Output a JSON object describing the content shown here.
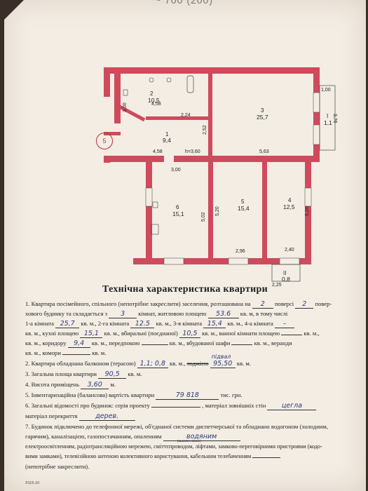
{
  "header": {
    "code": "~ 700 (200)"
  },
  "plan": {
    "marker": "5",
    "rooms": [
      {
        "num": "2",
        "area": "10,5"
      },
      {
        "num": "3",
        "area": "25,7"
      },
      {
        "num": "1",
        "area": "9,4"
      },
      {
        "num": "I",
        "area": "1,1"
      },
      {
        "num": "6",
        "area": "15,1"
      },
      {
        "num": "5",
        "area": "15,4"
      },
      {
        "num": "4",
        "area": "12,5"
      },
      {
        "num": "II",
        "area": "0,8"
      }
    ],
    "dims": [
      "4,58",
      "3,00",
      "2,24",
      "2,52",
      "4,58",
      "h=3,60",
      "5,63",
      "3,00",
      "1,00",
      "3,76",
      "5,02",
      "5,20",
      "5,20",
      "2,96",
      "2,40",
      "2,25"
    ]
  },
  "doc": {
    "title": "Технічна характеристика квартири",
    "p1_a": "1. Квартира посімейного, спільного (непотрібне закреслити) заселення, розташована на",
    "p1_floor": "2",
    "p1_b": "поверсі",
    "p1_total": "2",
    "p1_c": "повер-",
    "p1_d": "хового будинку та складається з",
    "p1_rooms": "3",
    "p1_e": "кімнат, житловою площею",
    "p1_living": "53.6",
    "p1_f": "кв. м, в тому числі",
    "r_a": "1-а кімната",
    "r1": "25,7",
    "r_b": "кв. м., 2-га кімната",
    "r2": "12.5",
    "r_c": "кв. м., 3-я кімната",
    "r3": "15,4",
    "r_d": "кв. м., 4-а кімната",
    "r4": "–",
    "k_a": "кв. м., кухні площею",
    "kitchen": "15,1",
    "k_b": "кв. м., вбиральні (поєднаної)",
    "wc": "10,5",
    "k_c": "кв. м., ванної кімнати площею",
    "k_d": "кв. м.,",
    "c_a": "кв. м., коридору",
    "corr": "9,4",
    "c_b": "кв. м., передпокою",
    "c_c": "кв. м., вбудованої шафи",
    "c_d": "кв. м., веранди",
    "s_a": "кв. м., комори",
    "s_b": "кв. м.",
    "p2_a": "2. Квартира обладнана балконом (терасою)",
    "p2_balc": "1,1; 0,8",
    "p2_b": "кв. м.,",
    "p2_strike": "лоджією",
    "p2_hw_top": "підвал",
    "p2_cellar": "95,50",
    "p2_c": "кв. м.",
    "p3_a": "3. Загальна площа квартири",
    "p3_total": "90,5",
    "p3_b": "кв. м.",
    "p4_a": "4. Висота приміщень",
    "p4_h": "3,60",
    "p4_b": "м.",
    "p5_a": "5. Інвентаризаційна (балансова) вартість квартири",
    "p5_v": "79 818",
    "p5_b": "тис. грн.",
    "p6_a": "6. Загальні відомості про будинок: серія проекту",
    "p6_b": ", матеріал зовнішніх стін",
    "p6_walls": "цегла",
    "p7_a": "матеріал перекриття",
    "p7_floor": "дерев.",
    "p8_a": "7. Будинок підключено до телефонної мережі, об'єднаної системи диспетчерської та обладнано водогоном (холодним,",
    "p8_b": "гарячим), каналізацією, газопостачанням, опаленням",
    "p8_heat": "водяним",
    "p8_hint": "(вказати яким)",
    "p8_c": "електроосвітленням, радіотрансляційною мережею, сміттєпроводом, ліфтами, замково-переговірними пристроями (кодо-",
    "p8_d": "вими замками), телевізійною антеною колективного користування, кабельним телебаченням",
    "p8_e": "(непотрібне закреслити).",
    "footer": "Л115.10"
  }
}
